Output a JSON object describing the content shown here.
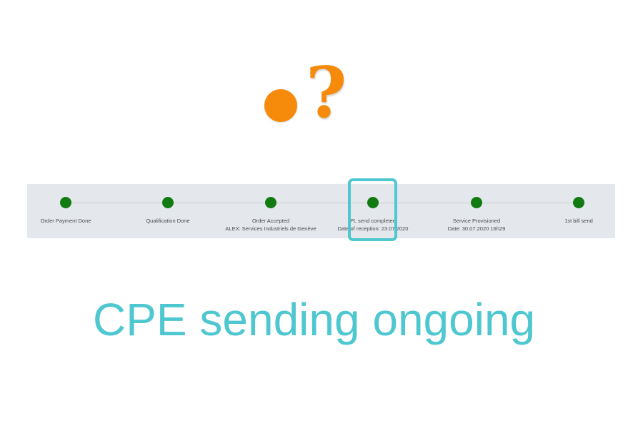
{
  "status_indicator": {
    "symbol": "?",
    "color": "#F58A0B"
  },
  "tracker": {
    "background": "#E4E8EC",
    "dot_color": "#117A11",
    "steps": [
      {
        "label": "Order Payment Done",
        "sublabel": ""
      },
      {
        "label": "Qualification Done",
        "sublabel": ""
      },
      {
        "label": "Order Accepted",
        "sublabel": "ALEX: Services Industriels de Genève"
      },
      {
        "label": "PL send completed",
        "sublabel": "Date of reception: 23.07.2020"
      },
      {
        "label": "Service Provisioned",
        "sublabel": "Date: 30.07.2020 16h29"
      },
      {
        "label": "1st bill send",
        "sublabel": ""
      }
    ],
    "highlighted_step": 3,
    "highlight_color": "#4FC7D0"
  },
  "caption": {
    "text": "CPE sending ongoing",
    "color": "#4FC7D0"
  }
}
